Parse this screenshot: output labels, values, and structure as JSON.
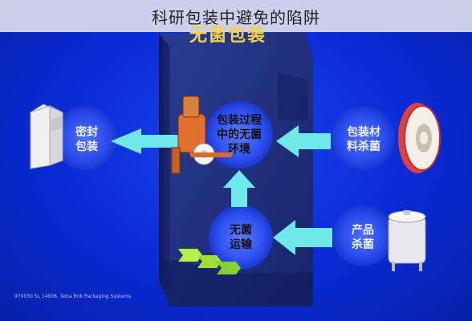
{
  "caption": "科研包装中避免的陷阱",
  "diagram": {
    "title": "无菌包装",
    "center_label": [
      "包装过程",
      "中的无菌",
      "环境"
    ],
    "transport_label": [
      "无菌",
      "运输"
    ],
    "left_label": [
      "密封",
      "包装"
    ],
    "right_top_label": [
      "包装材",
      "料杀菌"
    ],
    "right_bottom_label": [
      "产品",
      "杀菌"
    ],
    "footer": "970030 SL 14006. Tetra Brik Packaging Systems",
    "colors": {
      "background": "#0a2ad4",
      "box": "#1e2f80",
      "arrow": "#6ee8e8",
      "title": "#f5d24a"
    }
  }
}
